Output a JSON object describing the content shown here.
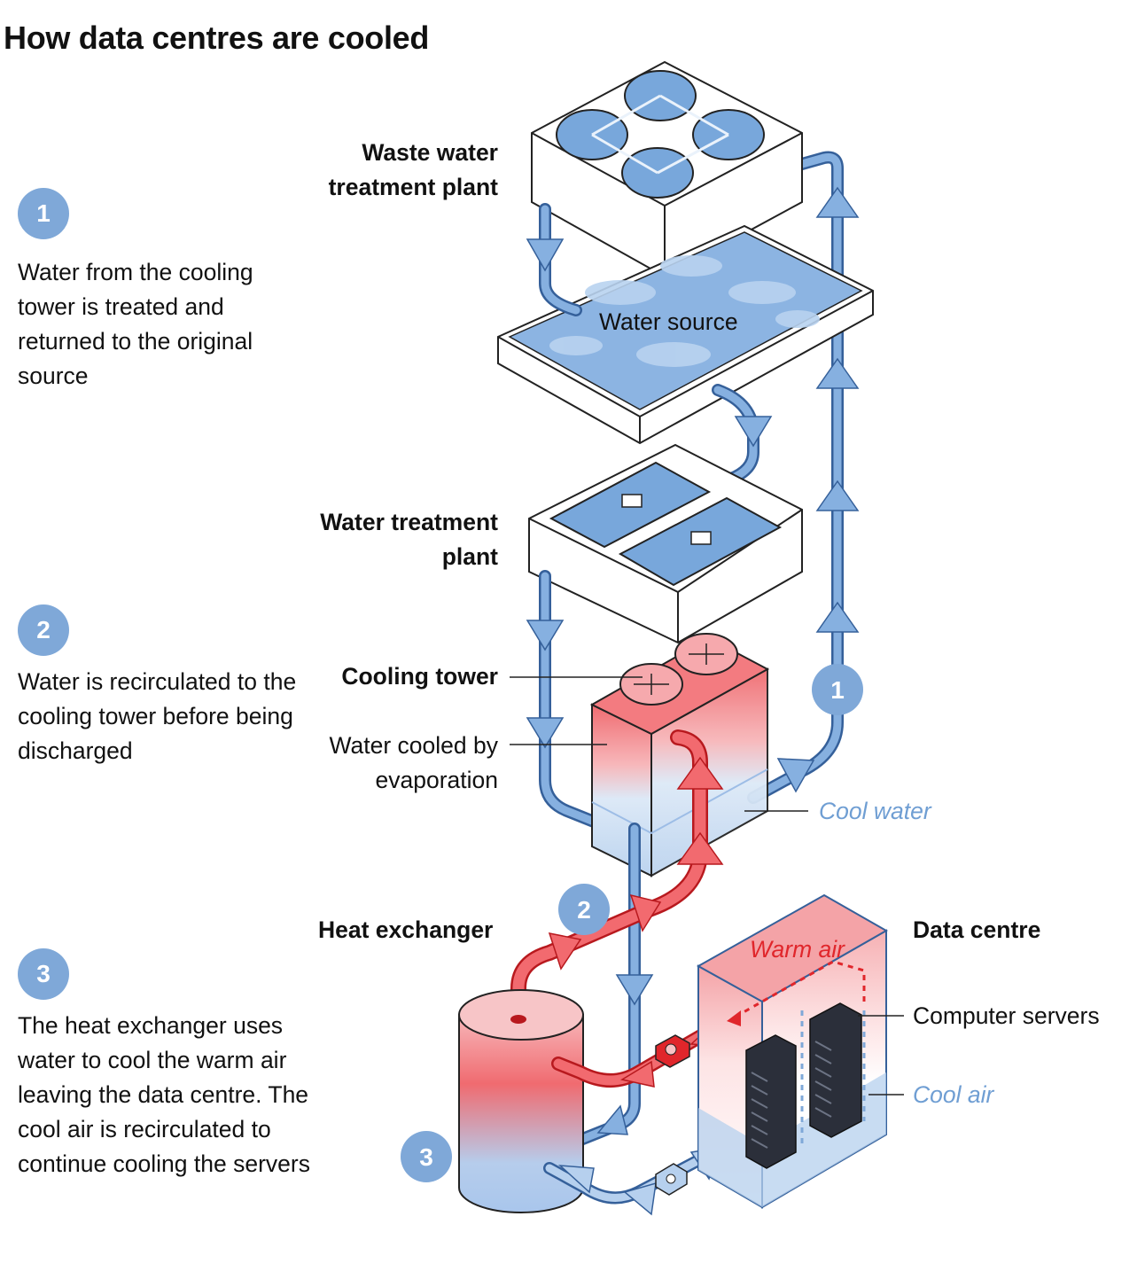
{
  "title": "How data centres are cooled",
  "steps": [
    {
      "number": "1",
      "text": "Water from the cooling tower is treated and returned to the original source"
    },
    {
      "number": "2",
      "text": "Water is recirculated to the cooling tower before being discharged"
    },
    {
      "number": "3",
      "text": "The heat exchanger uses water to cool the warm air leaving the data centre. The cool air is recirculated to continue cooling the servers"
    }
  ],
  "labels": {
    "waste_water": "Waste water treatment plant",
    "water_source": "Water source",
    "water_treatment": "Water treatment plant",
    "cooling_tower": "Cooling tower",
    "water_cooled": "Water cooled by evaporation",
    "cool_water": "Cool water",
    "heat_exchanger": "Heat exchanger",
    "data_centre": "Data centre",
    "warm_air": "Warm air",
    "computer_servers": "Computer servers",
    "cool_air": "Cool air"
  },
  "colors": {
    "accent_blue": "#7fa8d8",
    "pipe_blue": "#6f9ed3",
    "hot_red": "#f0656a",
    "warm_red": "#e0262b"
  }
}
